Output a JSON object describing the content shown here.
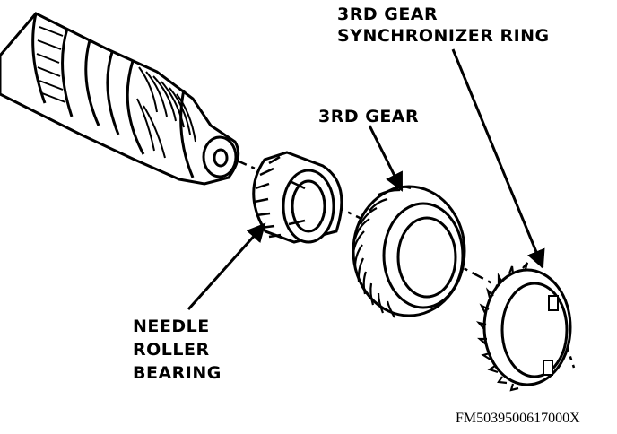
{
  "labels": {
    "sync_ring_line1": "3RD GEAR",
    "sync_ring_line2": "SYNCHRONIZER RING",
    "third_gear": "3RD GEAR",
    "bearing_line1": "NEEDLE",
    "bearing_line2": "ROLLER",
    "bearing_line3": "BEARING"
  },
  "figure_code": "FM5039500617000X"
}
